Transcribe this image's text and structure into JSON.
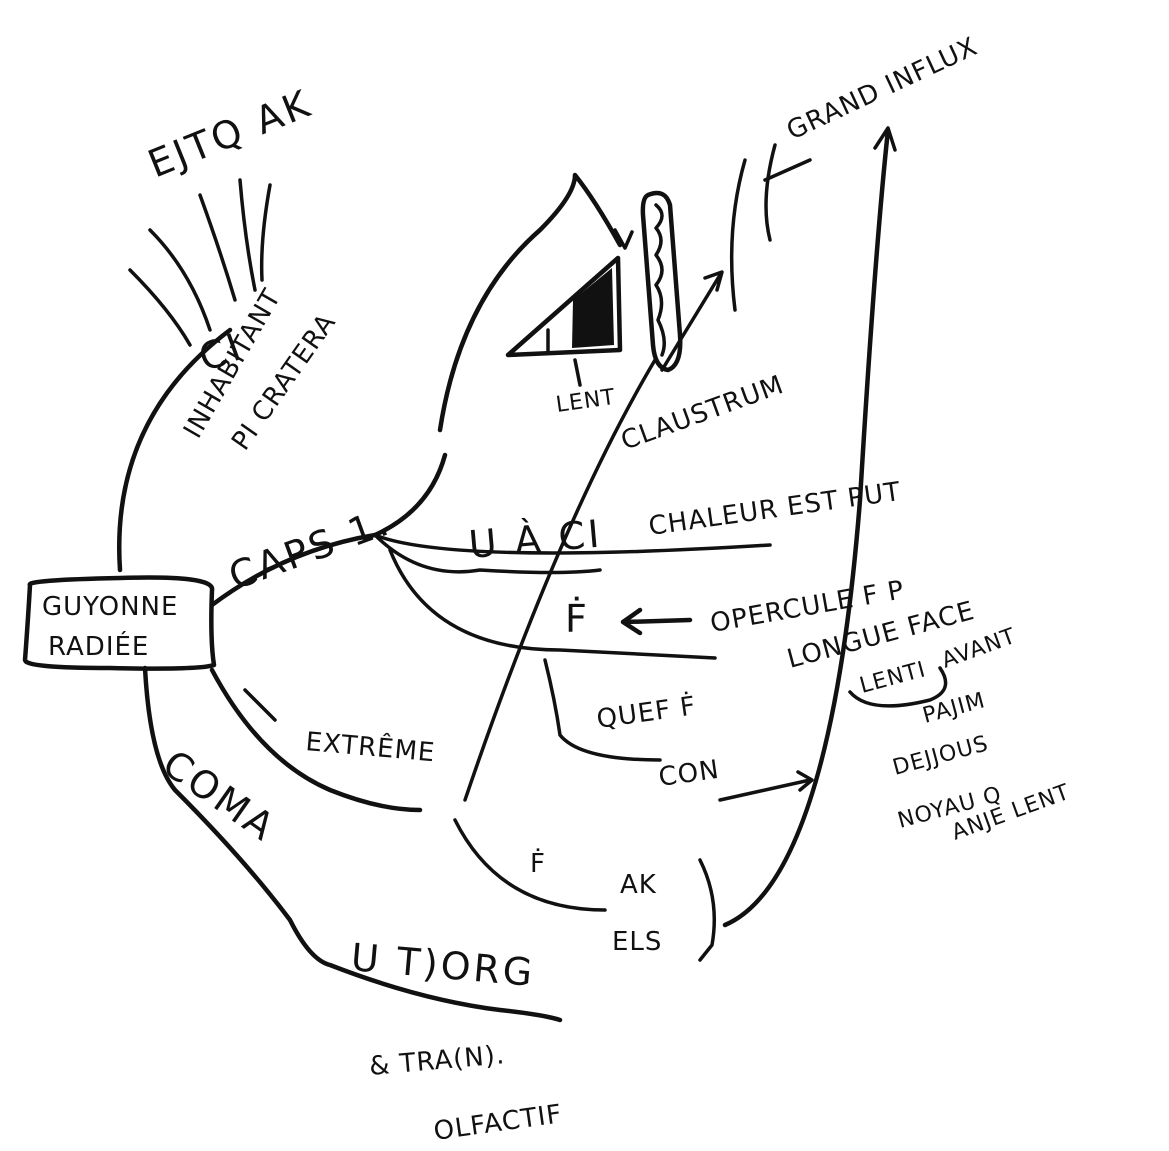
{
  "center": {
    "line1": "GUYONNE",
    "line2": "RADIÉE"
  },
  "labels": {
    "attack": "EJTQ AK",
    "ci_inhabitant": [
      "CI",
      "INHABITANT",
      "PI CRATERA"
    ],
    "caps": "CAPS 1.",
    "u_a_ci": "U À CI",
    "chaleur": "CHALEUR EST PUT",
    "f_dot": "Ḟ",
    "operculle": "OPERCULE F P",
    "longue_face": "LONGUE FACE",
    "lenti": "LENTI",
    "avant": "AVANT",
    "partie_list": [
      "PAJIM",
      "DEJJOUS",
      "NOYAU Q",
      "ANJE LENT"
    ],
    "lent_eye": "LENT",
    "claustrum": "CLAUSTRUM",
    "grand_influx": "GRAND INFLUX",
    "quef": "QUEF Ḟ",
    "con": "CON",
    "extreme": "EXTRÊME",
    "f_lower": "Ḟ",
    "ak": "AK",
    "els": "ELS",
    "coma": "COMA",
    "utorg": "U T)ORG",
    "tract_olf": [
      "& TRA(N).",
      "OLFACTIF"
    ]
  }
}
